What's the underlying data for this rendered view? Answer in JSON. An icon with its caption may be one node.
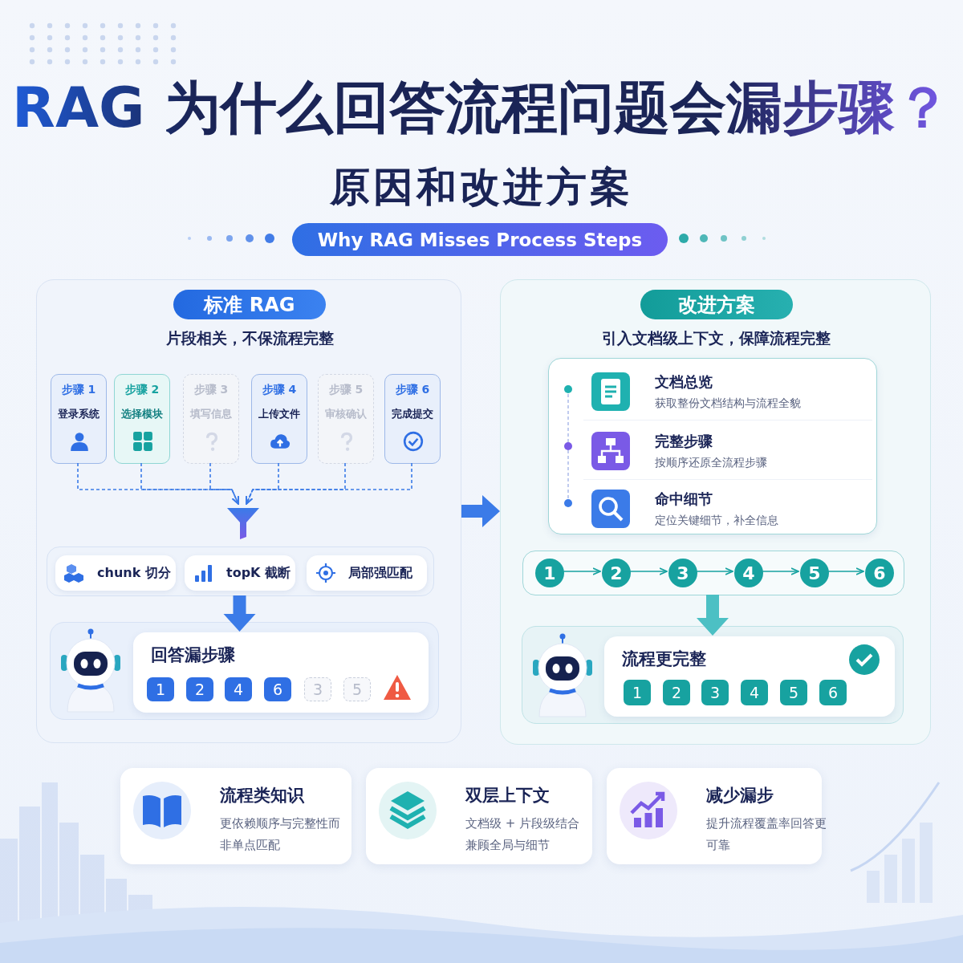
{
  "diagram": {
    "title": "RAG 为什么回答流程问题会漏步骤？",
    "nodes": [
      {
        "text": [
          "标准 RAG",
          "片段相关，不保流程完整"
        ]
      },
      {
        "text": [
          "步骤 1",
          "登录系统"
        ],
        "in": 0
      },
      {
        "text": [
          "步骤 2",
          "选择模块"
        ],
        "in": 0
      },
      {
        "text": [
          "步骤 3",
          "填写信息"
        ],
        "in": 0
      },
      {
        "text": [
          "步骤 4",
          "上传文件"
        ],
        "in": 0
      },
      {
        "text": [
          "步骤 5",
          "审核确认"
        ],
        "in": 0
      },
      {
        "text": [
          "步骤 6",
          "完成提交"
        ],
        "in": 0
      },
      {
        "text": [],
        "shape": "funnel",
        "in": 0
      },
      {
        "text": [],
        "shape": "box",
        "in": 0
      },
      {
        "text": [
          "chunk 切分"
        ],
        "in": 8
      },
      {
        "text": [
          "topK 截断"
        ],
        "in": 8
      },
      {
        "text": [
          "局部强匹配"
        ],
        "in": 8
      },
      {
        "text": [
          "回答漏步骤"
        ],
        "in": 0
      },
      {
        "text": [
          "1"
        ],
        "in": 12
      },
      {
        "text": [
          "2"
        ],
        "in": 12
      },
      {
        "text": [
          "4"
        ],
        "in": 12
      },
      {
        "text": [
          "6"
        ],
        "in": 12
      },
      {
        "text": [
          "3"
        ],
        "in": 12
      },
      {
        "text": [
          "5"
        ],
        "in": 12
      },
      {
        "text": [
          "改进方案",
          "引入文档级上下文，保障流程完整"
        ]
      },
      {
        "text": [],
        "shape": "box",
        "in": 19
      },
      {
        "text": [
          "文档总览",
          "获取整份文档结构与流程全貌"
        ],
        "in": 20
      },
      {
        "text": [
          "完整步骤",
          "按顺序还原全流程步骤"
        ],
        "in": 20
      },
      {
        "text": [
          "命中细节",
          "定位关键细节，补全信息"
        ],
        "in": 20
      },
      {
        "text": [],
        "shape": "box",
        "in": 19
      },
      {
        "text": [
          "1"
        ],
        "in": 24
      },
      {
        "text": [
          "2"
        ],
        "in": 24
      },
      {
        "text": [
          "3"
        ],
        "in": 24
      },
      {
        "text": [
          "4"
        ],
        "in": 24
      },
      {
        "text": [
          "5"
        ],
        "in": 24
      },
      {
        "text": [
          "6"
        ],
        "in": 24
      },
      {
        "text": [
          "流程更完整"
        ],
        "in": 19
      },
      {
        "text": [
          "1"
        ],
        "in": 31
      },
      {
        "text": [
          "2"
        ],
        "in": 31
      },
      {
        "text": [
          "3"
        ],
        "in": 31
      },
      {
        "text": [
          "4"
        ],
        "in": 31
      },
      {
        "text": [
          "5"
        ],
        "in": 31
      },
      {
        "text": [
          "6"
        ],
        "in": 31
      },
      {
        "text": [
          "流程类知识",
          "更依赖顺序与完整性而非单点匹配"
        ]
      },
      {
        "text": [
          "双层上下文",
          "文档级 + 片段级结合兼顾全局与细节"
        ]
      },
      {
        "text": [
          "减少漏步",
          "提升流程覆盖率回答更可靠"
        ]
      }
    ],
    "edges": [
      {
        "from": 1,
        "to": 7,
        "arrow": "to",
        "style": "dashed"
      },
      {
        "from": 2,
        "to": 7,
        "arrow": "to",
        "style": "dashed"
      },
      {
        "from": 3,
        "to": 7,
        "arrow": "to",
        "style": "dashed"
      },
      {
        "from": 4,
        "to": 7,
        "arrow": "to",
        "style": "dashed"
      },
      {
        "from": 5,
        "to": 7,
        "arrow": "to",
        "style": "dashed"
      },
      {
        "from": 6,
        "to": 7,
        "arrow": "to",
        "style": "dashed"
      },
      {
        "from": 8,
        "to": 12,
        "arrow": "to",
        "style": "thick"
      },
      {
        "from": 0,
        "to": 19,
        "arrow": "to",
        "style": "thick"
      },
      {
        "from": 25,
        "to": 26,
        "arrow": "to",
        "color": "#17a2a0"
      },
      {
        "from": 26,
        "to": 27,
        "arrow": "to",
        "color": "#17a2a0"
      },
      {
        "from": 27,
        "to": 28,
        "arrow": "to",
        "color": "#17a2a0"
      },
      {
        "from": 28,
        "to": 29,
        "arrow": "to",
        "color": "#17a2a0"
      },
      {
        "from": 29,
        "to": 30,
        "arrow": "to",
        "color": "#17a2a0"
      },
      {
        "from": 24,
        "to": 31,
        "arrow": "to",
        "style": "thick",
        "color": "#4cc0c4"
      }
    ],
    "labels": [
      "原因和改进方案",
      "Why RAG Misses Process Steps"
    ]
  }
}
